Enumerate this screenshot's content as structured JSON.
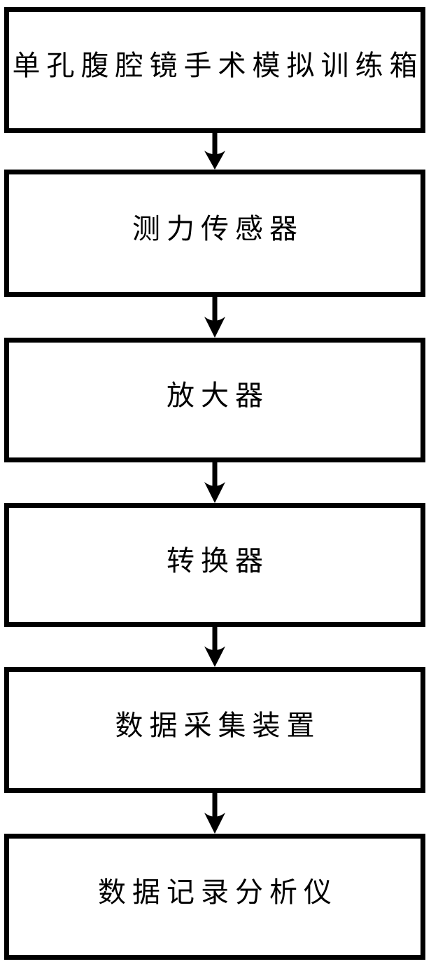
{
  "diagram": {
    "type": "flowchart",
    "direction": "top-down",
    "colors": {
      "box_border": "#000000",
      "box_fill": "#ffffff",
      "text": "#000000",
      "arrow": "#000000"
    },
    "nodes": [
      {
        "id": "training-box",
        "label": "单孔腹腔镜手术模拟训练箱"
      },
      {
        "id": "force-sensor",
        "label": "测力传感器"
      },
      {
        "id": "amplifier",
        "label": "放大器"
      },
      {
        "id": "converter",
        "label": "转换器"
      },
      {
        "id": "daq-device",
        "label": "数据采集装置"
      },
      {
        "id": "data-recorder",
        "label": "数据记录分析仪"
      }
    ],
    "edges": [
      {
        "from": "training-box",
        "to": "force-sensor"
      },
      {
        "from": "force-sensor",
        "to": "amplifier"
      },
      {
        "from": "amplifier",
        "to": "converter"
      },
      {
        "from": "converter",
        "to": "daq-device"
      },
      {
        "from": "daq-device",
        "to": "data-recorder"
      }
    ]
  }
}
